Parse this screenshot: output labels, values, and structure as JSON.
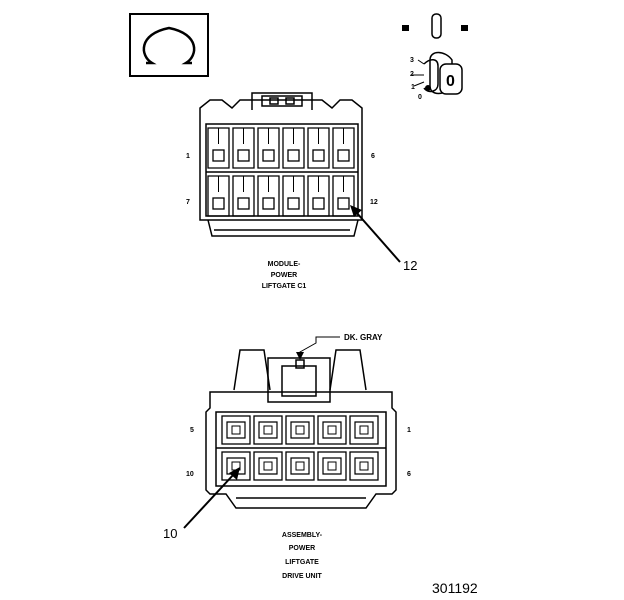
{
  "connector_c1": {
    "label_line1": "MODULE-",
    "label_line2": "POWER",
    "label_line3": "LIFTGATE C1",
    "pin_top_left": "1",
    "pin_top_right": "6",
    "pin_bottom_left": "7",
    "pin_bottom_right": "12",
    "callout": "12"
  },
  "connector_drive": {
    "label_line1": "ASSEMBLY-",
    "label_line2": "POWER",
    "label_line3": "LIFTGATE",
    "label_line4": "DRIVE UNIT",
    "pin_top_left": "5",
    "pin_top_right": "1",
    "pin_bottom_left": "10",
    "pin_bottom_right": "6",
    "callout": "10",
    "color_label": "DK. GRAY"
  },
  "key_symbol": {
    "pos_3": "3",
    "pos_2": "2",
    "pos_1": "1",
    "pos_0": "0",
    "key_letter": "0"
  },
  "figure_number": "301192"
}
